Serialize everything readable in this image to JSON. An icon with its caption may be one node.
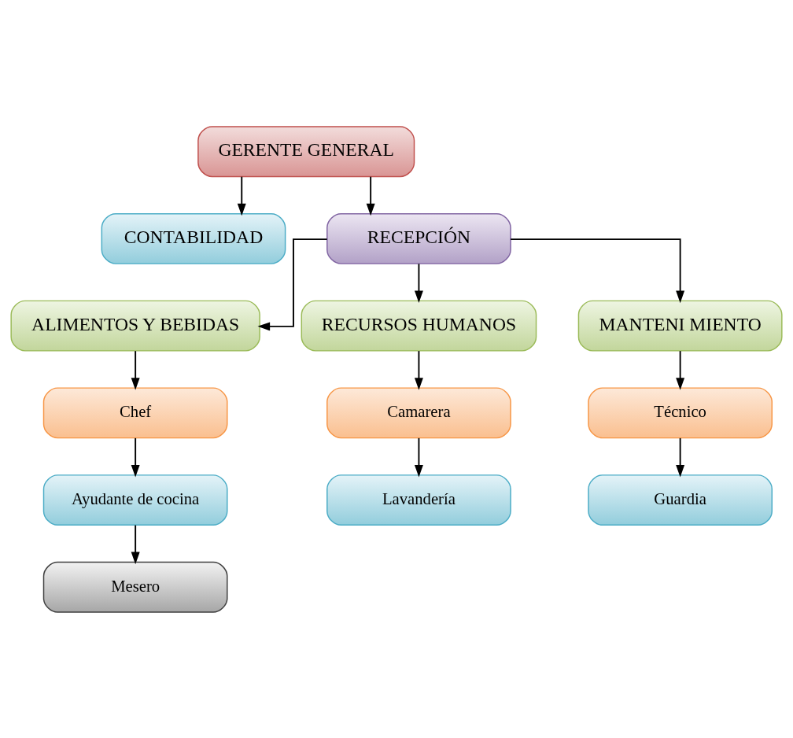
{
  "diagram": {
    "nodes": [
      {
        "text": [
          "GERENTE GENERAL"
        ]
      },
      {
        "text": [
          "CONTABILIDAD"
        ]
      },
      {
        "text": [
          "RECEPCIÓN"
        ]
      },
      {
        "text": [
          "ALIMENTOS Y BEBIDAS"
        ]
      },
      {
        "text": [
          "RECURSOS HUMANOS"
        ]
      },
      {
        "text": [
          "MANTENI MIENTO"
        ]
      },
      {
        "text": [
          "Chef"
        ]
      },
      {
        "text": [
          "Camarera"
        ]
      },
      {
        "text": [
          "Técnico"
        ]
      },
      {
        "text": [
          "Ayudante de cocina"
        ]
      },
      {
        "text": [
          "Lavandería"
        ]
      },
      {
        "text": [
          "Guardia"
        ]
      },
      {
        "text": [
          "Mesero"
        ]
      }
    ],
    "edges": [
      {
        "from": 0,
        "to": 1,
        "arrow": "to"
      },
      {
        "from": 0,
        "to": 2,
        "arrow": "to"
      },
      {
        "from": 2,
        "to": 3,
        "arrow": "to"
      },
      {
        "from": 2,
        "to": 4,
        "arrow": "to"
      },
      {
        "from": 2,
        "to": 5,
        "arrow": "to"
      },
      {
        "from": 3,
        "to": 6,
        "arrow": "to"
      },
      {
        "from": 6,
        "to": 9,
        "arrow": "to"
      },
      {
        "from": 9,
        "to": 12,
        "arrow": "to"
      },
      {
        "from": 4,
        "to": 7,
        "arrow": "to"
      },
      {
        "from": 7,
        "to": 10,
        "arrow": "to"
      },
      {
        "from": 5,
        "to": 8,
        "arrow": "to"
      },
      {
        "from": 8,
        "to": 11,
        "arrow": "to"
      }
    ]
  }
}
